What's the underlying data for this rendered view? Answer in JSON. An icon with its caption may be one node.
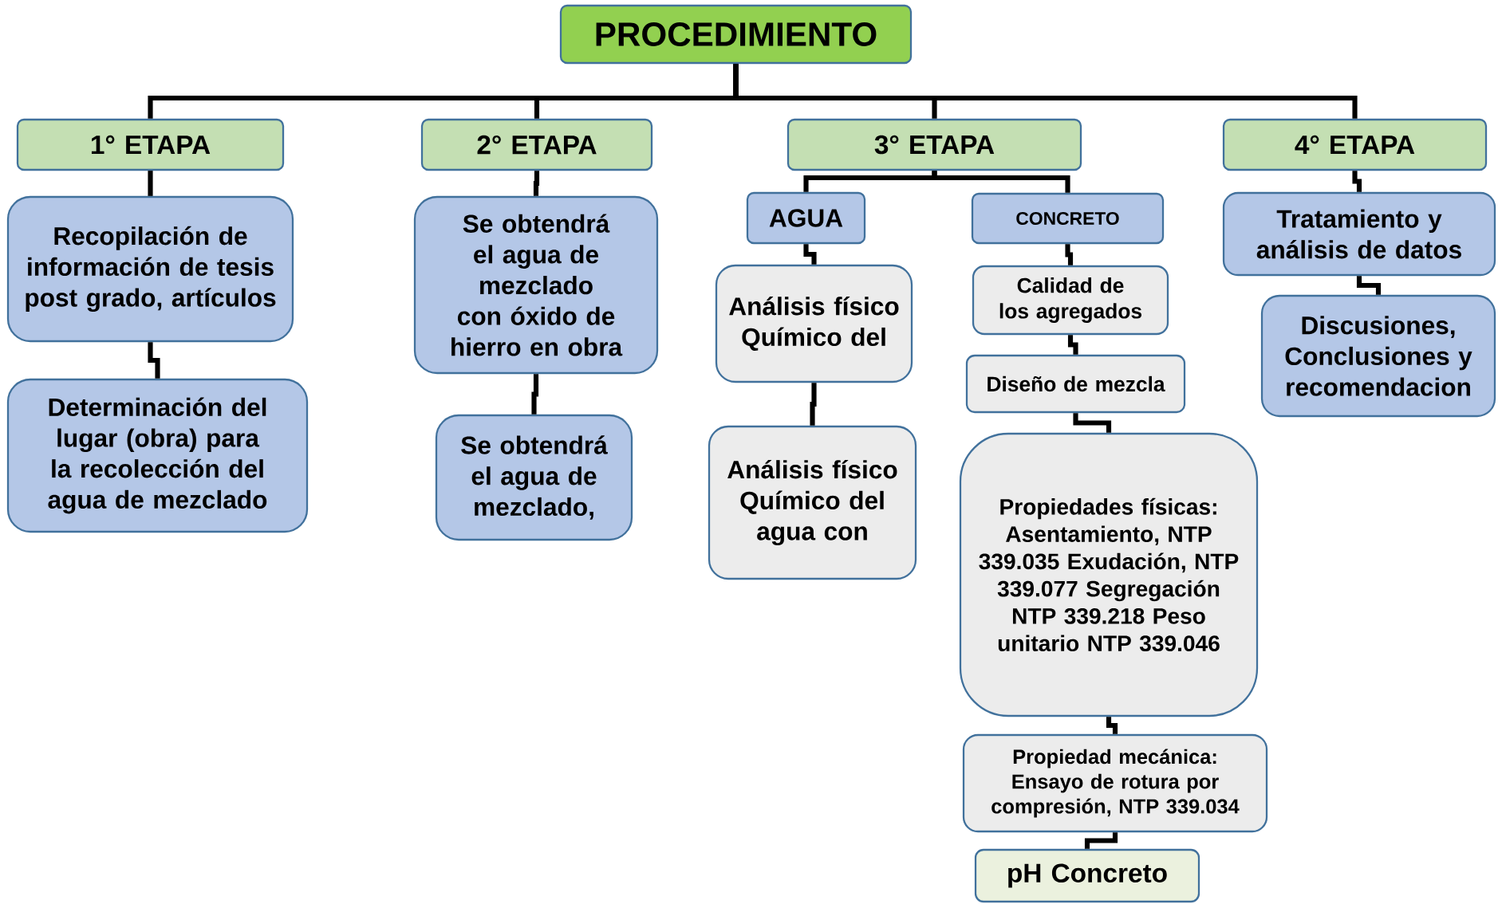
{
  "diagram": {
    "nodes": [
      {
        "text": [
          "PROCEDIMIENTO"
        ]
      },
      {
        "text": [
          "1° ETAPA"
        ]
      },
      {
        "text": [
          "2° ETAPA"
        ]
      },
      {
        "text": [
          "3° ETAPA"
        ]
      },
      {
        "text": [
          "4° ETAPA"
        ]
      },
      {
        "text": [
          "Recopilación de información de tesis post grado, artículos"
        ]
      },
      {
        "text": [
          "Determinación del lugar (obra) para la recolección del agua de mezclado"
        ]
      },
      {
        "text": [
          "Se obtendrá el agua de mezclado con óxido de hierro en obra"
        ]
      },
      {
        "text": [
          "Se obtendrá el agua de mezclado,"
        ]
      },
      {
        "text": [
          "AGUA"
        ]
      },
      {
        "text": [
          "CONCRETO"
        ]
      },
      {
        "text": [
          "Análisis físico Químico del"
        ]
      },
      {
        "text": [
          "Análisis físico Químico del agua con"
        ]
      },
      {
        "text": [
          "Calidad de los agregados"
        ]
      },
      {
        "text": [
          "Diseño de mezcla"
        ]
      },
      {
        "text": [
          "Propiedades físicas: Asentamiento, NTP 339.035 Exudación, NTP 339.077 Segregación NTP 339.218 Peso unitario NTP 339.046"
        ]
      },
      {
        "text": [
          "Propiedad mecánica: Ensayo de rotura por compresión, NTP 339.034"
        ]
      },
      {
        "text": [
          "pH Concreto"
        ]
      },
      {
        "text": [
          "Tratamiento y análisis de datos"
        ]
      },
      {
        "text": [
          "Discusiones, Conclusiones y recomendacion"
        ]
      }
    ],
    "edges": [
      {
        "from": 0,
        "to": 1,
        "arrow": "none"
      },
      {
        "from": 0,
        "to": 2,
        "arrow": "none"
      },
      {
        "from": 0,
        "to": 3,
        "arrow": "none"
      },
      {
        "from": 0,
        "to": 4,
        "arrow": "none"
      },
      {
        "from": 1,
        "to": 5,
        "arrow": "none"
      },
      {
        "from": 5,
        "to": 6,
        "arrow": "none"
      },
      {
        "from": 2,
        "to": 7,
        "arrow": "none"
      },
      {
        "from": 7,
        "to": 8,
        "arrow": "none"
      },
      {
        "from": 3,
        "to": 9,
        "arrow": "none"
      },
      {
        "from": 3,
        "to": 10,
        "arrow": "none"
      },
      {
        "from": 9,
        "to": 11,
        "arrow": "none"
      },
      {
        "from": 11,
        "to": 12,
        "arrow": "none"
      },
      {
        "from": 10,
        "to": 13,
        "arrow": "none"
      },
      {
        "from": 13,
        "to": 14,
        "arrow": "none"
      },
      {
        "from": 14,
        "to": 15,
        "arrow": "none"
      },
      {
        "from": 15,
        "to": 16,
        "arrow": "none"
      },
      {
        "from": 16,
        "to": 17,
        "arrow": "none"
      },
      {
        "from": 4,
        "to": 18,
        "arrow": "none"
      },
      {
        "from": 18,
        "to": 19,
        "arrow": "none"
      }
    ]
  }
}
